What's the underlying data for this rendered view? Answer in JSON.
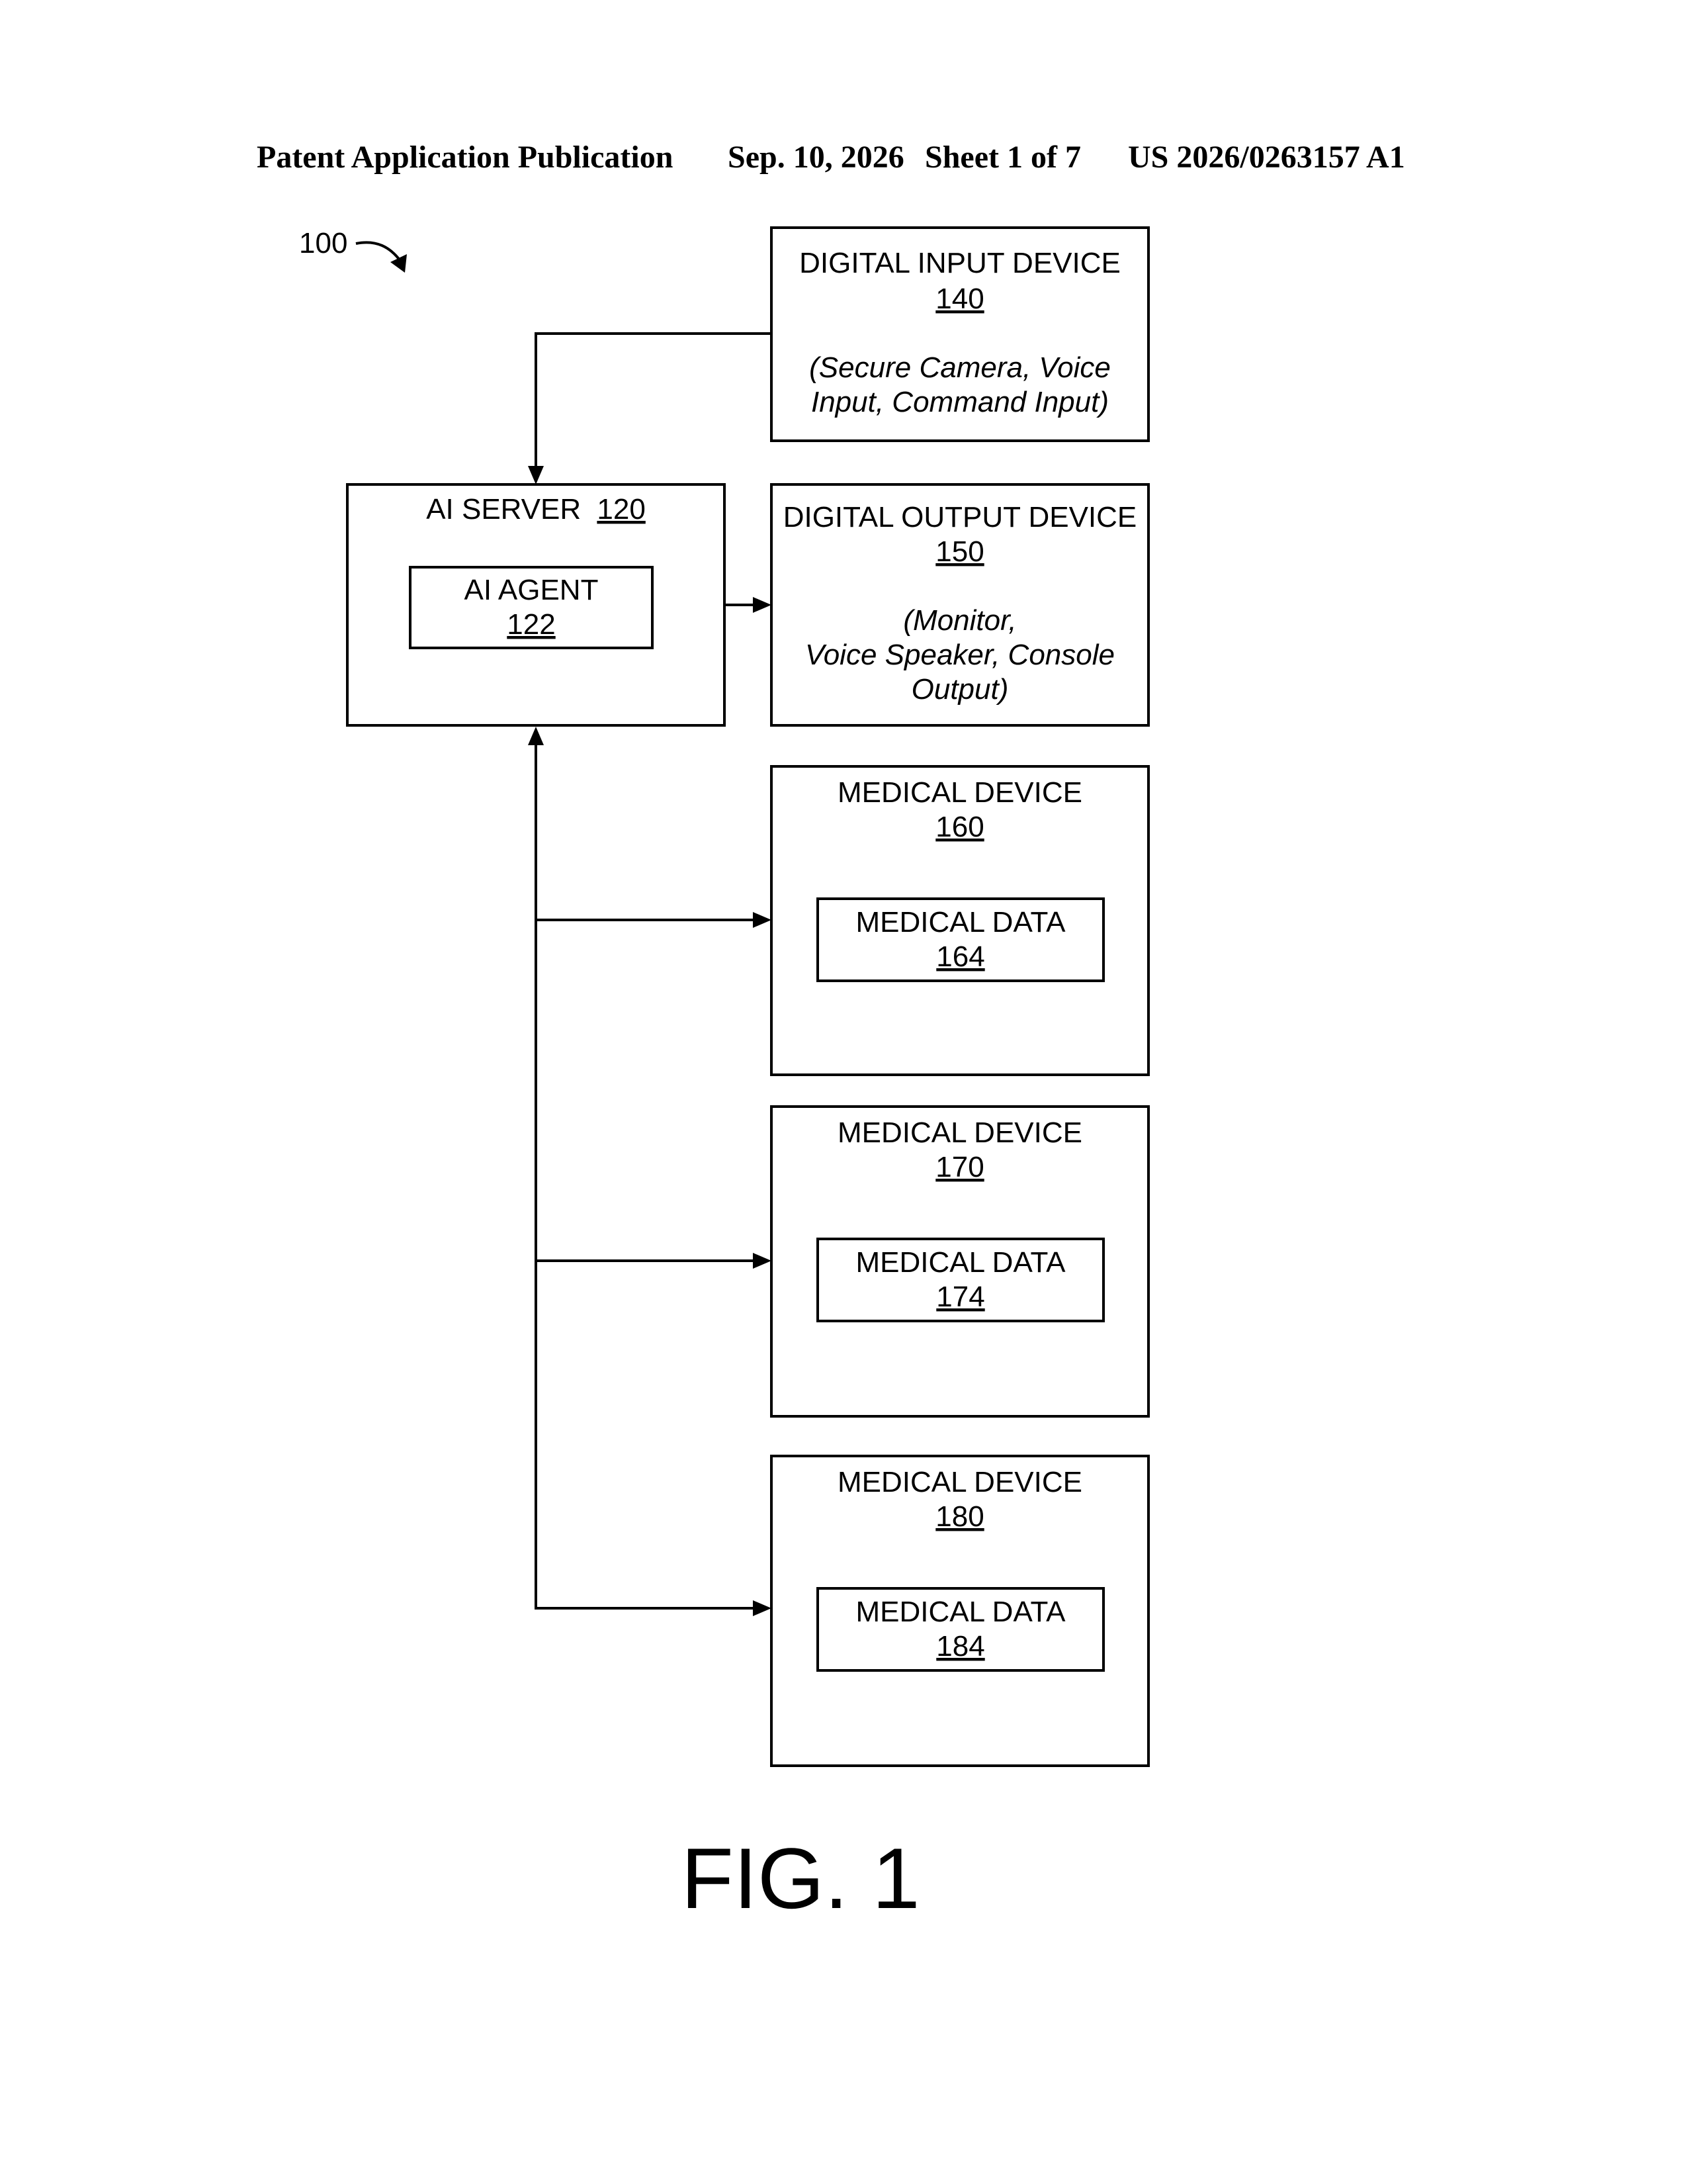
{
  "header": {
    "publication": "Patent Application Publication",
    "date": "Sep. 10, 2026",
    "sheet": "Sheet 1 of 7",
    "number": "US 2026/0263157 A1"
  },
  "system_ref": "100",
  "ai_server": {
    "label": "AI SERVER",
    "ref": "120"
  },
  "ai_agent": {
    "label": "AI AGENT",
    "ref": "122"
  },
  "digital_input": {
    "label": "DIGITAL INPUT DEVICE",
    "ref": "140",
    "desc_line1": "(Secure Camera, Voice",
    "desc_line2": "Input, Command Input)"
  },
  "digital_output": {
    "label": "DIGITAL OUTPUT DEVICE",
    "ref": "150",
    "desc_line1": "(Monitor,",
    "desc_line2": "Voice Speaker, Console",
    "desc_line3": "Output)"
  },
  "medical_devices": [
    {
      "label": "MEDICAL DEVICE",
      "ref": "160",
      "data_label": "MEDICAL DATA",
      "data_ref": "164"
    },
    {
      "label": "MEDICAL DEVICE",
      "ref": "170",
      "data_label": "MEDICAL DATA",
      "data_ref": "174"
    },
    {
      "label": "MEDICAL DEVICE",
      "ref": "180",
      "data_label": "MEDICAL DATA",
      "data_ref": "184"
    }
  ],
  "figure_label": "FIG. 1"
}
